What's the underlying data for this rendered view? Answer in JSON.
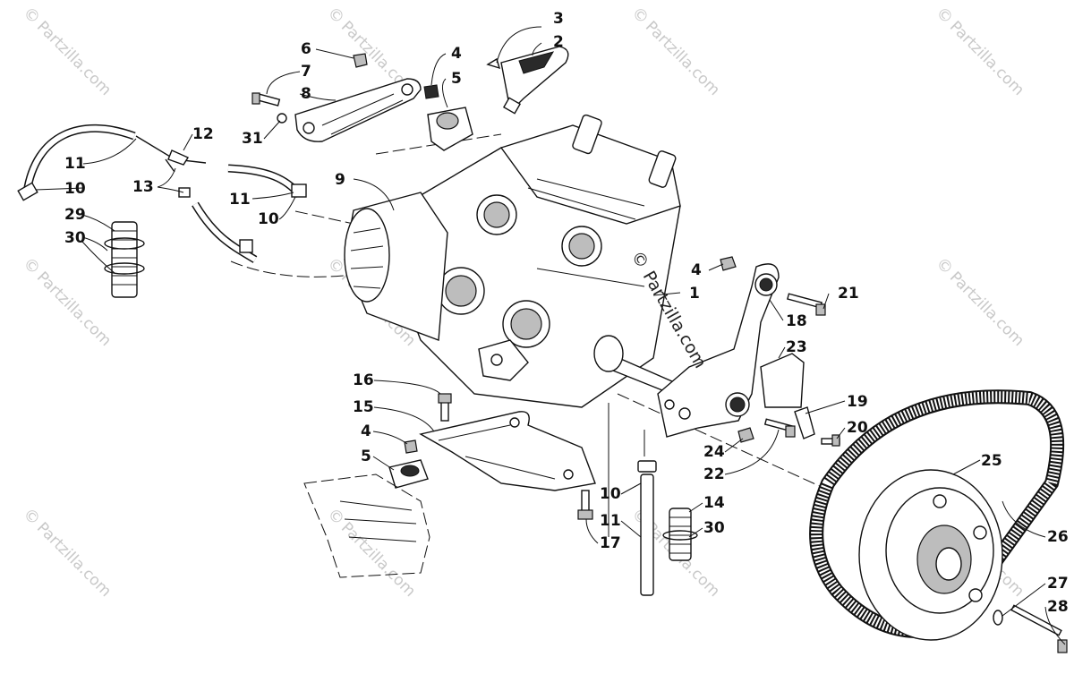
{
  "watermark": {
    "text": "Partzilla.com",
    "copyright": "©",
    "center_text": "Partzilla.com"
  },
  "callouts": [
    {
      "id": "c3",
      "text": "3"
    },
    {
      "id": "c2",
      "text": "2"
    },
    {
      "id": "c6",
      "text": "6"
    },
    {
      "id": "c4a",
      "text": "4"
    },
    {
      "id": "c7",
      "text": "7"
    },
    {
      "id": "c5a",
      "text": "5"
    },
    {
      "id": "c8",
      "text": "8"
    },
    {
      "id": "c12",
      "text": "12"
    },
    {
      "id": "c31",
      "text": "31"
    },
    {
      "id": "c11a",
      "text": "11"
    },
    {
      "id": "c10a",
      "text": "10"
    },
    {
      "id": "c13",
      "text": "13"
    },
    {
      "id": "c9",
      "text": "9"
    },
    {
      "id": "c11b",
      "text": "11"
    },
    {
      "id": "c29",
      "text": "29"
    },
    {
      "id": "c10b",
      "text": "10"
    },
    {
      "id": "c30a",
      "text": "30"
    },
    {
      "id": "c4b",
      "text": "4"
    },
    {
      "id": "c21",
      "text": "21"
    },
    {
      "id": "c1",
      "text": "1"
    },
    {
      "id": "c18",
      "text": "18"
    },
    {
      "id": "c23",
      "text": "23"
    },
    {
      "id": "c16",
      "text": "16"
    },
    {
      "id": "c15",
      "text": "15"
    },
    {
      "id": "c19",
      "text": "19"
    },
    {
      "id": "c4c",
      "text": "4"
    },
    {
      "id": "c20",
      "text": "20"
    },
    {
      "id": "c5b",
      "text": "5"
    },
    {
      "id": "c24",
      "text": "24"
    },
    {
      "id": "c25",
      "text": "25"
    },
    {
      "id": "c22",
      "text": "22"
    },
    {
      "id": "c10c",
      "text": "10"
    },
    {
      "id": "c14",
      "text": "14"
    },
    {
      "id": "c11c",
      "text": "11"
    },
    {
      "id": "c30b",
      "text": "30"
    },
    {
      "id": "c17",
      "text": "17"
    },
    {
      "id": "c26",
      "text": "26"
    },
    {
      "id": "c27",
      "text": "27"
    },
    {
      "id": "c28",
      "text": "28"
    }
  ]
}
